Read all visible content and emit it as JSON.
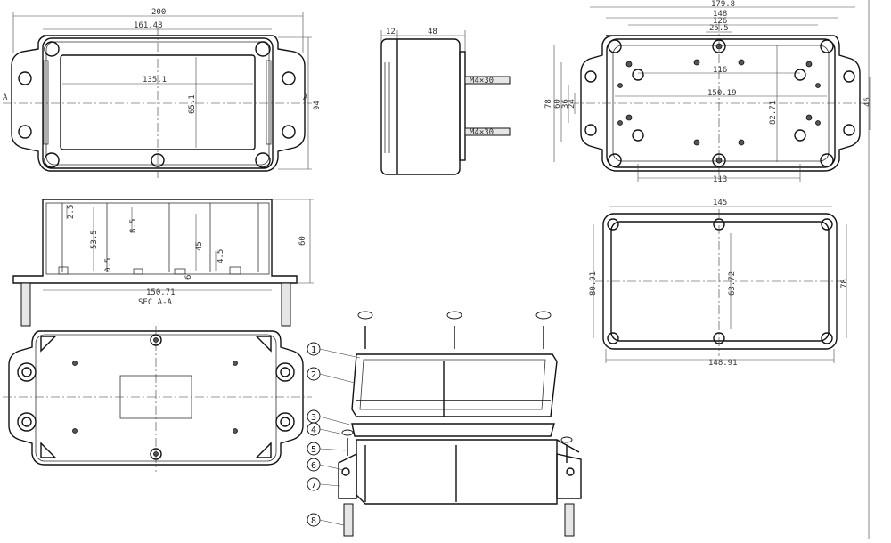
{
  "top_view": {
    "overall_width": "200",
    "inner_width": "161.48",
    "inner_length": "135.1",
    "inner_height": "65.1",
    "overall_height": "94",
    "section_mark": "A"
  },
  "side_view": {
    "flange": "12",
    "depth": "48",
    "anchor_label": "M4×30"
  },
  "section_view": {
    "wall": "2.5",
    "depth_a": "53.5",
    "depth_b": "8.5",
    "depth_c": "45",
    "depth_d": "4.5",
    "gap_a": "0.5",
    "gap_b": "6",
    "height": "60",
    "width": "150.71",
    "caption": "SEC A-A"
  },
  "hole_view": {
    "overall": "179.8",
    "span_a": "148",
    "span_b": "126",
    "span_c": "25.5",
    "span_d": "116",
    "span_e": "150.19",
    "span_f": "113",
    "v1": "78",
    "v2": "60",
    "v3": "36",
    "v4": "24",
    "v5": "82.71",
    "v6": "46"
  },
  "lid_view": {
    "width_top": "145",
    "width_bottom": "148.91",
    "height_left": "80.91",
    "height_mid": "63.72",
    "height_right": "78"
  },
  "exploded": {
    "parts": [
      "1",
      "2",
      "3",
      "4",
      "5",
      "6",
      "7",
      "8"
    ]
  }
}
